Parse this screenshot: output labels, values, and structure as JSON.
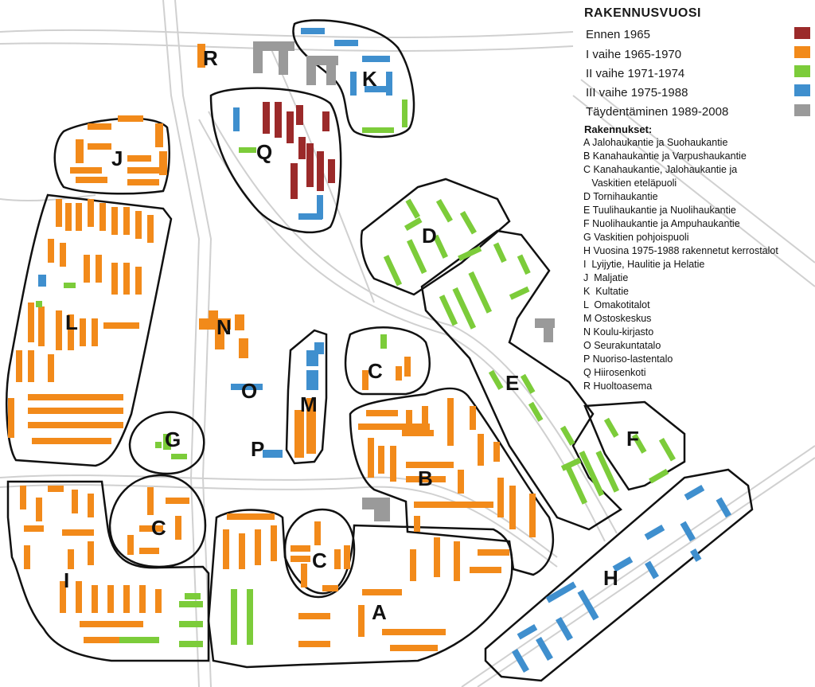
{
  "colors": {
    "before_1965": "#9b2a2a",
    "phase1": "#f28a1a",
    "phase2": "#7ccc3a",
    "phase3": "#3f8fce",
    "infill": "#9a9a9a",
    "outline": "#111111",
    "road": "#d4d4d4",
    "background": "#ffffff"
  },
  "legend": {
    "title": "RAKENNUSVUOSI",
    "entries": [
      {
        "label": "Ennen 1965",
        "color": "#9b2a2a"
      },
      {
        "label": "I vaihe 1965-1970",
        "color": "#f28a1a"
      },
      {
        "label": "II vaihe 1971-1974",
        "color": "#7ccc3a"
      },
      {
        "label": "III vaihe 1975-1988",
        "color": "#3f8fce"
      },
      {
        "label": "Täydentäminen 1989-2008",
        "color": "#9a9a9a"
      }
    ]
  },
  "buildings": {
    "title": "Rakennukset:",
    "items": [
      "A Jalohaukantie ja Suohaukantie",
      "B Kanahaukantie ja Varpushaukantie",
      "C Kanahaukantie, Jalohaukantie ja",
      "   Vaskitien eteläpuoli",
      "D Tornihaukantie",
      "E Tuulihaukantie ja Nuolihaukantie",
      "F Nuolihaukantie ja Ampuhaukantie",
      "G Vaskitien pohjoispuoli",
      "H Vuosina 1975-1988 rakennetut kerrostalot",
      "I  Lyijytie, Haulitie ja Helatie",
      "J  Maljatie",
      "K  Kultatie",
      "L  Omakotitalot",
      "M Ostoskeskus",
      "N Koulu-kirjasto",
      "O Seurakuntatalo",
      "P Nuoriso-lastentalo",
      "Q Hiirosenkoti",
      "R Huoltoasema"
    ]
  },
  "zones": {
    "A": "A",
    "B": "B",
    "C1": "C",
    "C2": "C",
    "C3": "C",
    "D": "D",
    "E": "E",
    "F": "F",
    "G": "G",
    "H": "H",
    "I": "I",
    "J": "J",
    "K": "K",
    "L": "L",
    "M": "M",
    "N": "N",
    "O": "O",
    "P": "P",
    "Q": "Q",
    "R": "R"
  }
}
